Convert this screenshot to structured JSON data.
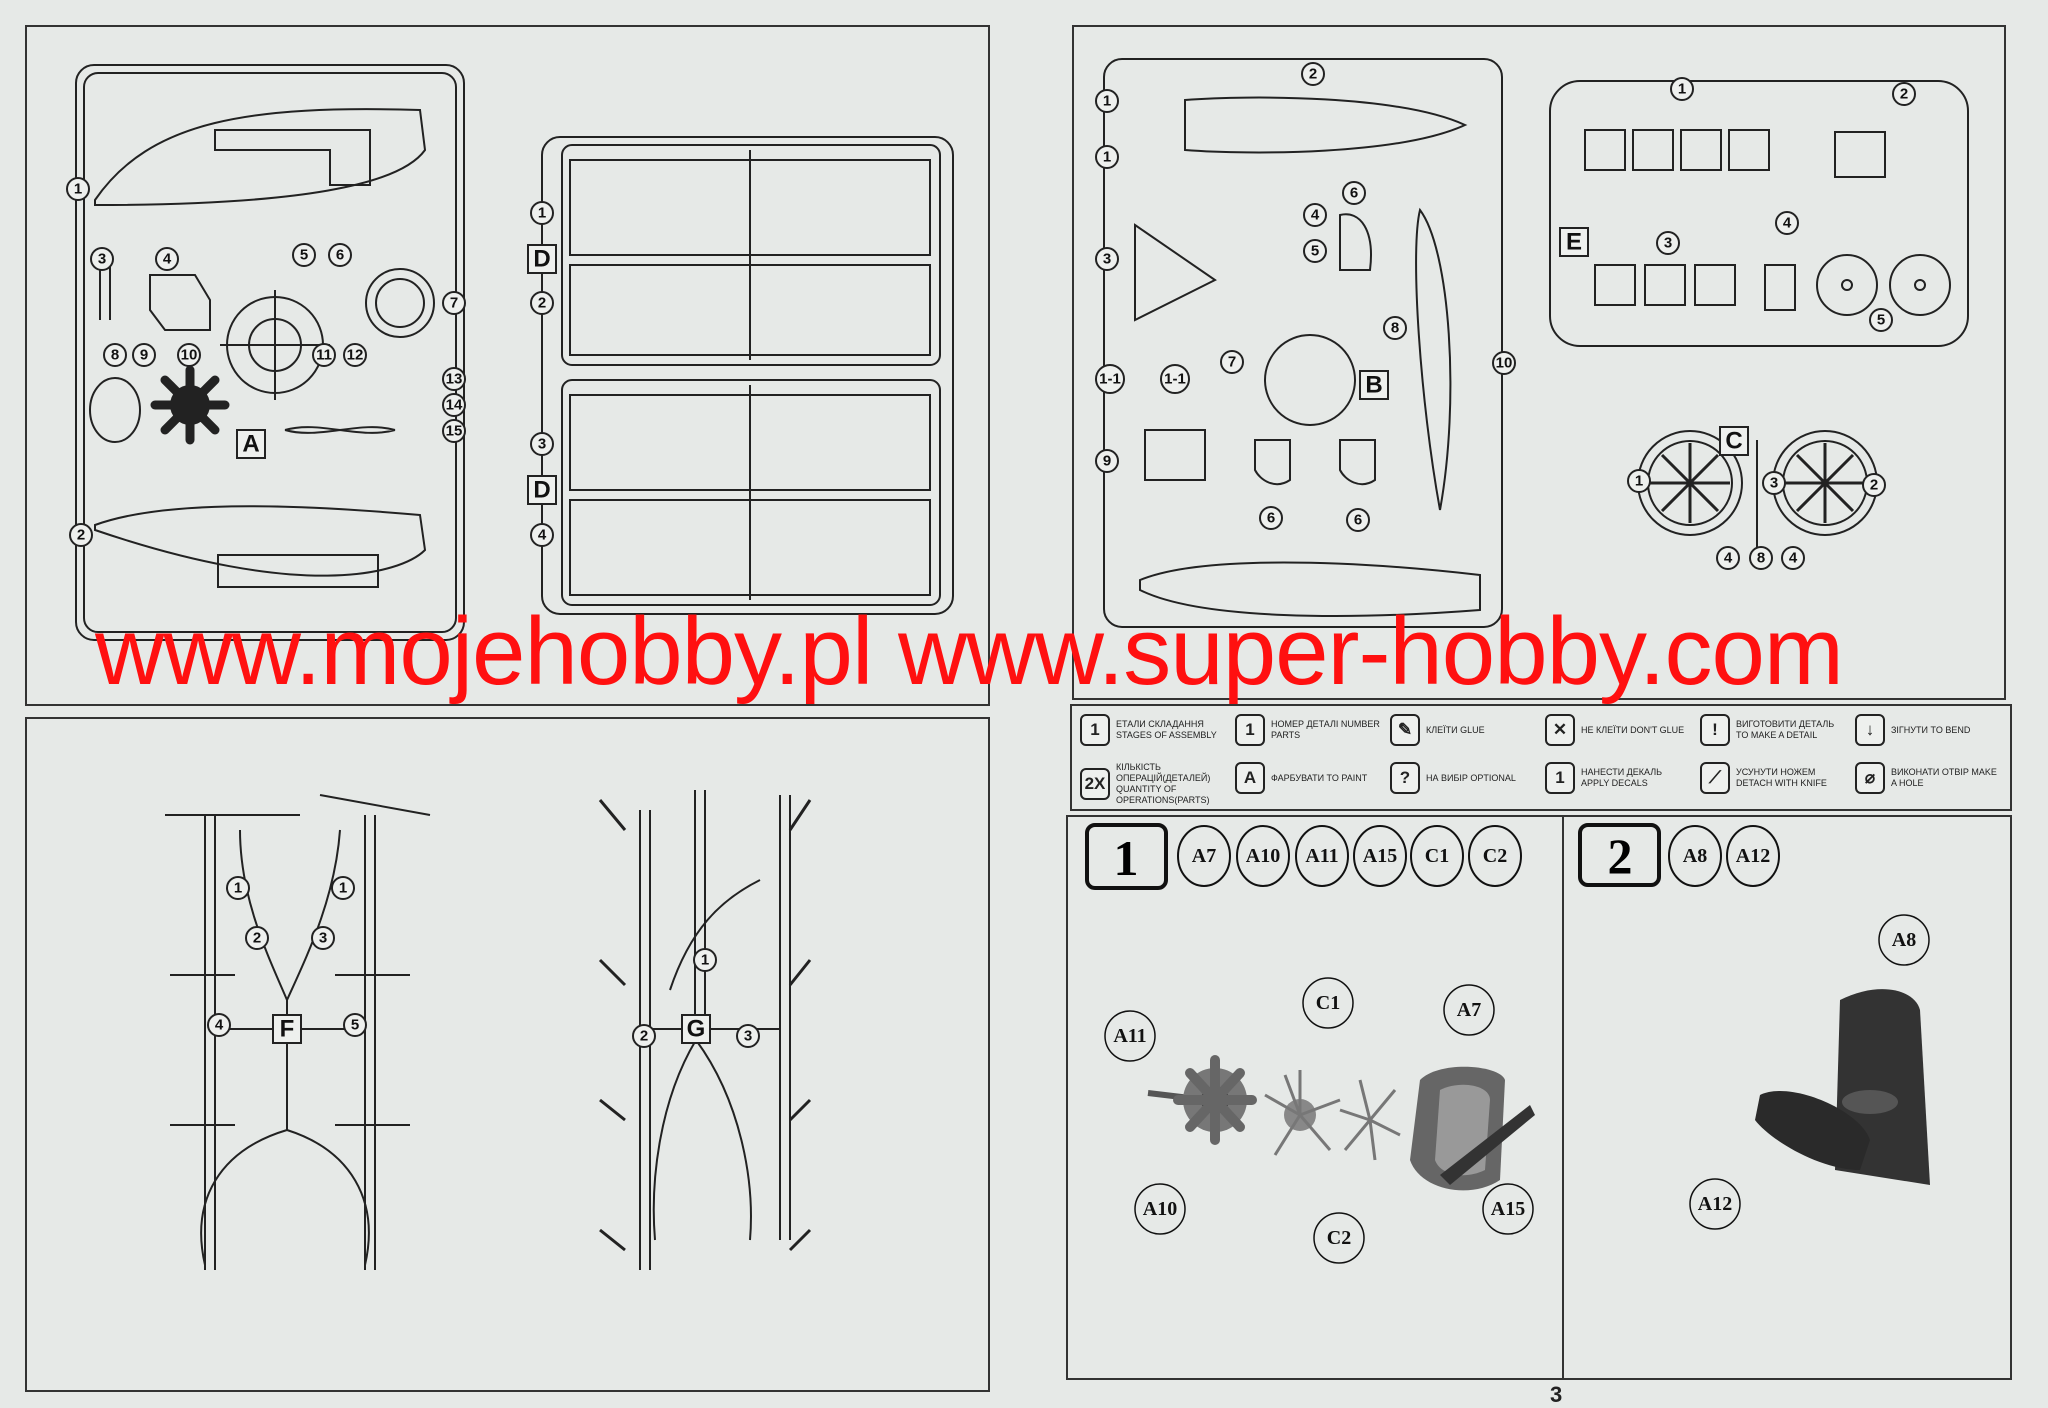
{
  "sprues": {
    "A": {
      "letter": "A",
      "parts": [
        "1",
        "3",
        "4",
        "5",
        "6",
        "7",
        "8",
        "9",
        "10",
        "11",
        "12",
        "13",
        "14",
        "15",
        "2"
      ]
    },
    "D": {
      "letter": "D",
      "parts": [
        "1",
        "2",
        "3",
        "4"
      ]
    },
    "B": {
      "letter": "B",
      "parts": [
        "2",
        "1",
        "1",
        "3",
        "4",
        "6",
        "5",
        "8",
        "7",
        "1-1",
        "1-1",
        "10",
        "9",
        "6",
        "6"
      ]
    },
    "E": {
      "letter": "E",
      "parts": [
        "1",
        "2",
        "3",
        "4",
        "5"
      ]
    },
    "C": {
      "letter": "C",
      "parts": [
        "1",
        "3",
        "2",
        "4",
        "8",
        "4"
      ]
    },
    "F": {
      "letter": "F",
      "parts": [
        "1",
        "1",
        "2",
        "3",
        "4",
        "5"
      ]
    },
    "G": {
      "letter": "G",
      "parts": [
        "1",
        "2",
        "3"
      ]
    }
  },
  "watermark": "www.mojehobby.pl www.super-hobby.com",
  "legend": [
    {
      "icon": "1",
      "icon_name": "stage-icon",
      "text": "Етали складання Stages of assembly"
    },
    {
      "icon": "1",
      "icon_name": "number-icon",
      "text": "Номер деталі Number parts"
    },
    {
      "icon": "✎",
      "icon_name": "glue-icon",
      "text": "Клеїти Glue"
    },
    {
      "icon": "✕",
      "icon_name": "no-glue-icon",
      "text": "Не клеїти Don't glue"
    },
    {
      "icon": "!",
      "icon_name": "exclamation-icon",
      "text": "Виготовити деталь To make a detail"
    },
    {
      "icon": "↓",
      "icon_name": "bend-icon",
      "text": "Зігнути To bend"
    },
    {
      "icon": "2X",
      "icon_name": "quantity-icon",
      "text": "Кількість операцій(деталей) Quantity of operations(parts)"
    },
    {
      "icon": "A",
      "icon_name": "paint-icon",
      "text": "Фарбувати To paint"
    },
    {
      "icon": "?",
      "icon_name": "optional-icon",
      "text": "На вибір Optional"
    },
    {
      "icon": "1",
      "icon_name": "decal-icon",
      "text": "Нанести декаль Apply decals"
    },
    {
      "icon": "⟋",
      "icon_name": "knife-icon",
      "text": "Усунути ножем Detach with knife"
    },
    {
      "icon": "⌀",
      "icon_name": "drill-icon",
      "text": "Виконати отвір Make a hole"
    }
  ],
  "steps": [
    {
      "number": "1",
      "parts": [
        "A7",
        "A10",
        "A11",
        "A15",
        "C1",
        "C2"
      ],
      "callouts": [
        "A11",
        "C1",
        "A7",
        "A10",
        "C2",
        "A15"
      ]
    },
    {
      "number": "2",
      "parts": [
        "A8",
        "A12"
      ],
      "callouts": [
        "A8",
        "A12"
      ]
    }
  ],
  "page_number": "3"
}
